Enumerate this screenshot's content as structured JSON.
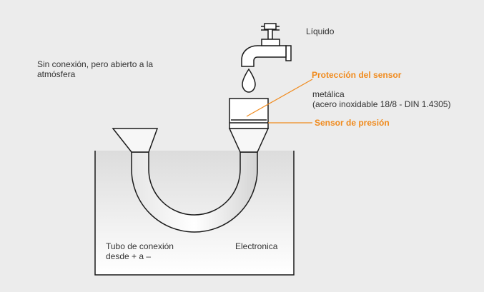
{
  "labels": {
    "liquid": "Líquido",
    "no_connection_line1": "Sin conexión, pero abierto a la",
    "no_connection_line2": "atmósfera",
    "sensor_protection": "Protección del sensor",
    "metal_line1": "metálica",
    "metal_line2": "(acero inoxidable 18/8 - DIN 1.4305)",
    "pressure_sensor": "Sensor de presión",
    "tube_line1": "Tubo de conexión",
    "tube_line2": "desde + a –",
    "electronics": "Electronica"
  },
  "colors": {
    "background": "#ececec",
    "accent": "#f08a1c",
    "ink": "#1a1a1a",
    "text": "#333333"
  }
}
